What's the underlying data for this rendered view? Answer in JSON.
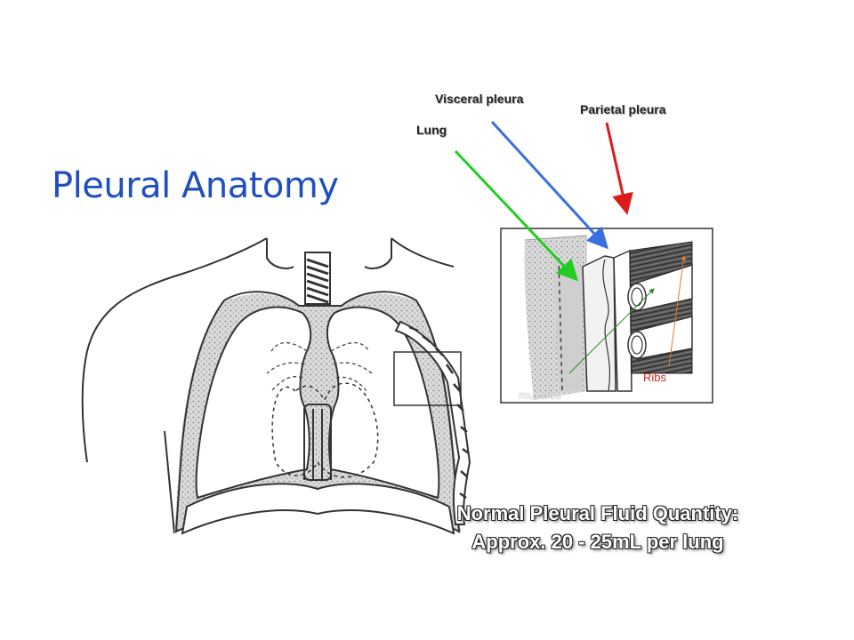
{
  "slide": {
    "title": "Pleural Anatomy",
    "labels": {
      "visceral_pleura": "Visceral pleura",
      "parietal_pleura": "Parietal pleura",
      "lung": "Lung",
      "ribs": "Ribs",
      "intercostal_muscles": "muscles"
    },
    "note": {
      "line1": "Normal Pleural Fluid Quantity:",
      "line2": "Approx.  20 - 25mL per lung"
    },
    "colors": {
      "title": "#1f4fbf",
      "lung_arrow": "#22cc22",
      "visceral_arrow": "#3a6fe0",
      "parietal_arrow": "#dd1a1a",
      "ribs_label": "#cc2b20"
    }
  }
}
